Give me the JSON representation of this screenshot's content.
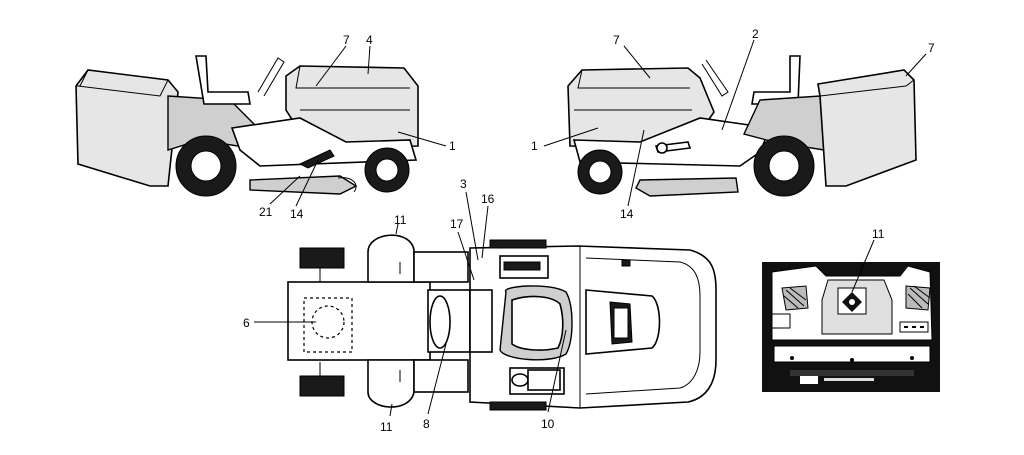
{
  "callouts": {
    "left_view": {
      "c7": "7",
      "c4": "4",
      "c1": "1",
      "c21": "21",
      "c14": "14"
    },
    "right_view": {
      "c7a": "7",
      "c2": "2",
      "c7b": "7",
      "c1": "1",
      "c14": "14"
    },
    "top_view": {
      "c3": "3",
      "c16": "16",
      "c17": "17",
      "c11a": "11",
      "c6": "6",
      "c11b": "11",
      "c8": "8",
      "c10": "10"
    },
    "inset_view": {
      "c11": "11"
    }
  },
  "colors": {
    "ink": "#000000",
    "fill_light": "#e6e6e6",
    "fill_dark": "#1a1a1a",
    "paper": "#ffffff"
  }
}
